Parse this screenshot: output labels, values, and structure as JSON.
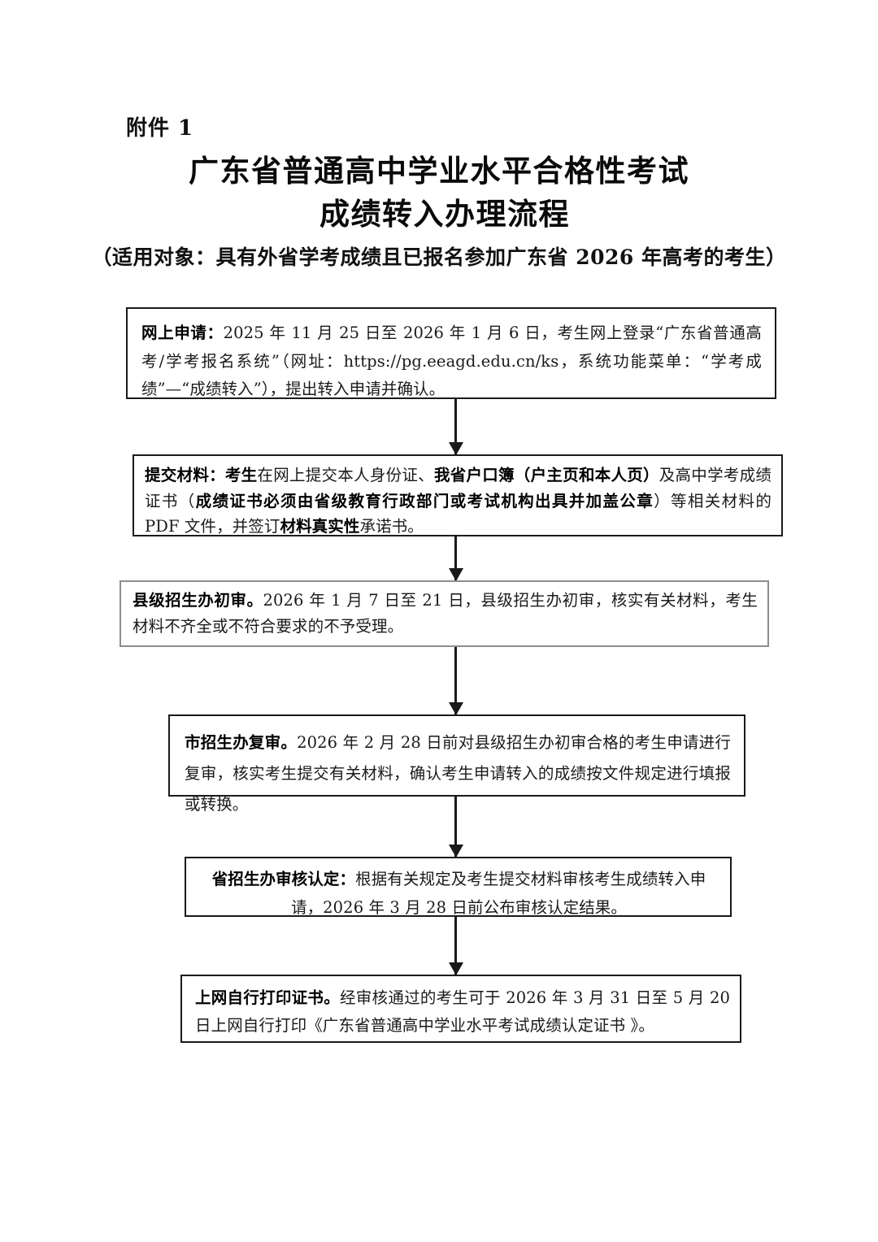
{
  "document": {
    "attachment_label": "附件 1",
    "title_line1": "广东省普通高中学业水平合格性考试",
    "title_line2": "成绩转入办理流程",
    "subtitle": "（适用对象：具有外省学考成绩且已报名参加广东省 2026 年高考的考生）"
  },
  "flow": {
    "steps": [
      {
        "id": "online-application",
        "label": "网上申请：",
        "body": "2025 年 11 月 25 日至 2026 年 1 月 6 日，考生网上登录“广东省普通高考/学考报名系统”（网址：https://pg.eeagd.edu.cn/ks，系统功能菜单：“学考成绩”—“成绩转入”），提出转入申请并确认。",
        "full_text": "网上申请：2025 年 11 月 25 日至 2026 年 1 月 6 日，考生网上登录“广东省普通高考/学考报名系统”（网址：https://pg.eeagd.edu.cn/ks，系统功能菜单：“学考成绩”—“成绩转入”），提出转入申请并确认。"
      },
      {
        "id": "submit-materials",
        "label": "提交材料：",
        "body": "考生在网上提交本人身份证、我省户口簿（户主页和本人页）及高中学考成绩证书（成绩证书必须由省级教育行政部门或考试机构出具并加盖公章）等相关材料的 PDF 文件，并签订材料真实性承诺书。",
        "segments": [
          {
            "text": "提交材料：考生",
            "bold": true
          },
          {
            "text": "在网上提交本人身份证、",
            "bold": false
          },
          {
            "text": "我省户口簿（户主页和本人页）",
            "bold": true
          },
          {
            "text": "及高中学考成绩证书（",
            "bold": false
          },
          {
            "text": "成绩证书必须由省级教育行政部门或考试机构出具并加盖公章",
            "bold": true
          },
          {
            "text": "）等相关材料的 PDF 文件，并签订",
            "bold": false
          },
          {
            "text": "材料真实性",
            "bold": true
          },
          {
            "text": "承诺书。",
            "bold": false
          }
        ]
      },
      {
        "id": "county-preliminary-review",
        "label": "县级招生办初审。",
        "body": "2026 年 1 月 7 日至 21 日，县级招生办初审，核实有关材料，考生材料不齐全或不符合要求的不予受理。",
        "full_text": "县级招生办初审。2026 年 1 月 7 日至 21 日，县级招生办初审，核实有关材料，考生材料不齐全或不符合要求的不予受理。"
      },
      {
        "id": "city-re-review",
        "label": "市招生办复审。",
        "body": "2026 年 2 月 28 日前对县级招生办初审合格的考生申请进行复审，核实考生提交有关材料，确认考生申请转入的成绩按文件规定进行填报或转换。",
        "full_text": "市招生办复审。2026 年 2 月 28 日前对县级招生办初审合格的考生申请进行复审，核实考生提交有关材料，确认考生申请转入的成绩按文件规定进行填报或转换。"
      },
      {
        "id": "province-verification",
        "label": "省招生办审核认定：",
        "body": "根据有关规定及考生提交材料审核考生成绩转入申请，",
        "body_line2": "2026 年 3 月 28 日前公布审核认定结果。",
        "full_text": "省招生办审核认定：根据有关规定及考生提交材料审核考生成绩转入申请，2026 年 3 月 28 日前公布审核认定结果。"
      },
      {
        "id": "print-certificate",
        "label": "上网自行打印证书。",
        "body": "经审核通过的考生可于 2026 年 3 月 31 日至 5 月 20 日上网自行打印《广东省普通高中学业水平考试成绩认定证书 》。",
        "full_text": "上网自行打印证书。经审核通过的考生可于 2026 年 3 月 31 日至 5 月 20 日上网自行打印《广东省普通高中学业水平考试成绩认定证书 》。"
      }
    ],
    "connector_count": 5
  },
  "colors": {
    "text": "#1a1a1a",
    "border_dark": "#1a1a1a",
    "border_light": "#8d8d8d",
    "page_background": "#ffffff"
  }
}
